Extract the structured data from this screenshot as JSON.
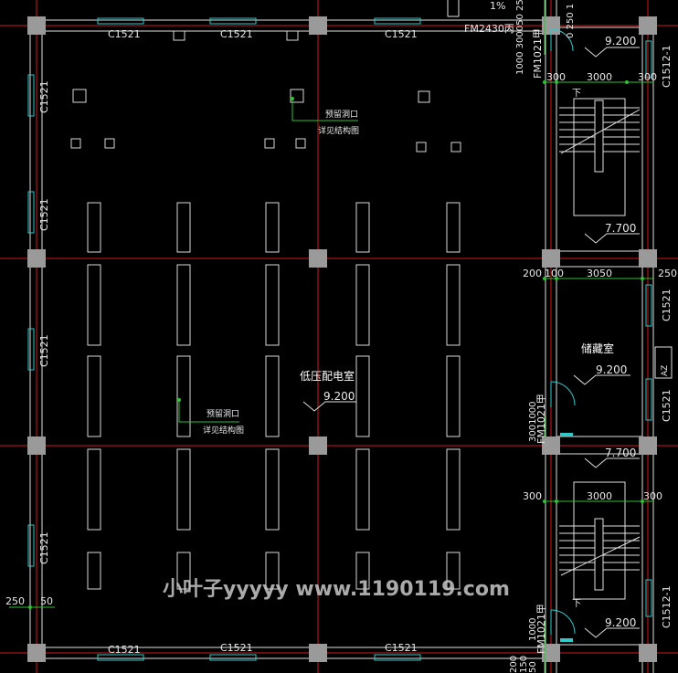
{
  "window_labels": {
    "top": [
      "C1521",
      "C1521",
      "C1521"
    ],
    "bottom": [
      "C1521",
      "C1521",
      "C1521"
    ],
    "left": [
      "C1521",
      "C1521",
      "C1521",
      "C1521"
    ],
    "right": [
      "C1521",
      "C1521"
    ],
    "far_right": [
      "C1512-1",
      "C1512-1"
    ]
  },
  "doors": {
    "top_fire_door": "FM2430丙",
    "fm_top": "FM1021甲",
    "fm_mid": "FM1021甲",
    "fm_bottom": "FM1021甲"
  },
  "rooms": {
    "main": "低压配电室",
    "storage": "储藏室"
  },
  "elevations": {
    "main": "9.200",
    "storage": "9.200",
    "stair_top_a": "9.200",
    "stair_top_b": "7.700",
    "stair_bot_a": "7.700",
    "stair_bot_b": "9.200"
  },
  "notes": {
    "reserve_1": "预留洞口",
    "ref_1": "详见结构图",
    "reserve_2": "预留洞口",
    "ref_2": "详见结构图"
  },
  "dims": {
    "stair_top_left": "300",
    "stair_top_mid": "3000",
    "stair_top_right": "300",
    "storage_left": "200",
    "storage_left2": "100",
    "storage_mid": "3050",
    "storage_right": "250",
    "stair_bot_left": "300",
    "stair_bot_mid": "3000",
    "stair_bot_right": "300",
    "left_250": "250",
    "left_50": "50",
    "v_top": "1000 300050 250",
    "v_top2": "0 250 1",
    "v_mid": "3001000",
    "v_bot": "1000",
    "v_bot2": "200",
    "v_bot3": "150",
    "v_bot4": "50",
    "slope": "1%",
    "stair_down_top": "下",
    "stair_down_bot": "下",
    "az": "AZ"
  },
  "watermark": "小叶子yyyyy www.1190119.com"
}
